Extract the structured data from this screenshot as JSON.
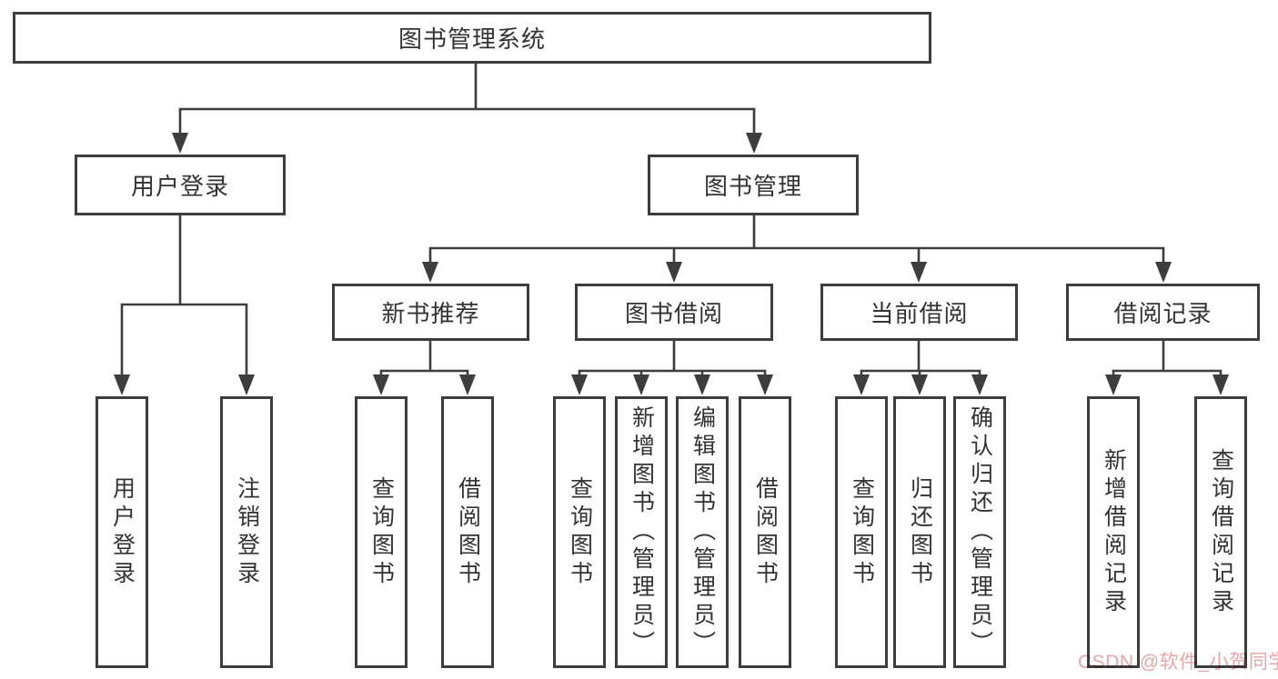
{
  "diagram": {
    "root": {
      "label": "图书管理系统"
    },
    "level2": [
      {
        "label": "用户登录",
        "children": [
          {
            "label": "用户登录"
          },
          {
            "label": "注销登录"
          }
        ]
      },
      {
        "label": "图书管理",
        "children": [
          {
            "label": "新书推荐",
            "children": [
              {
                "label": "查询图书"
              },
              {
                "label": "借阅图书"
              }
            ]
          },
          {
            "label": "图书借阅",
            "children": [
              {
                "label": "查询图书"
              },
              {
                "label": "新增图书（管理员）"
              },
              {
                "label": "编辑图书（管理员）"
              },
              {
                "label": "借阅图书"
              }
            ]
          },
          {
            "label": "当前借阅",
            "children": [
              {
                "label": "查询图书"
              },
              {
                "label": "归还图书"
              },
              {
                "label": "确认归还（管理员）"
              }
            ]
          },
          {
            "label": "借阅记录",
            "children": [
              {
                "label": "新增借阅记录"
              },
              {
                "label": "查询借阅记录"
              }
            ]
          }
        ]
      }
    ],
    "colors": {
      "line": "#3d3d3d",
      "text": "#333333",
      "box_background": "#ffffff"
    }
  },
  "watermark": {
    "text": "CSDN @软件_小贺同学",
    "color": "#e8a6a6"
  }
}
